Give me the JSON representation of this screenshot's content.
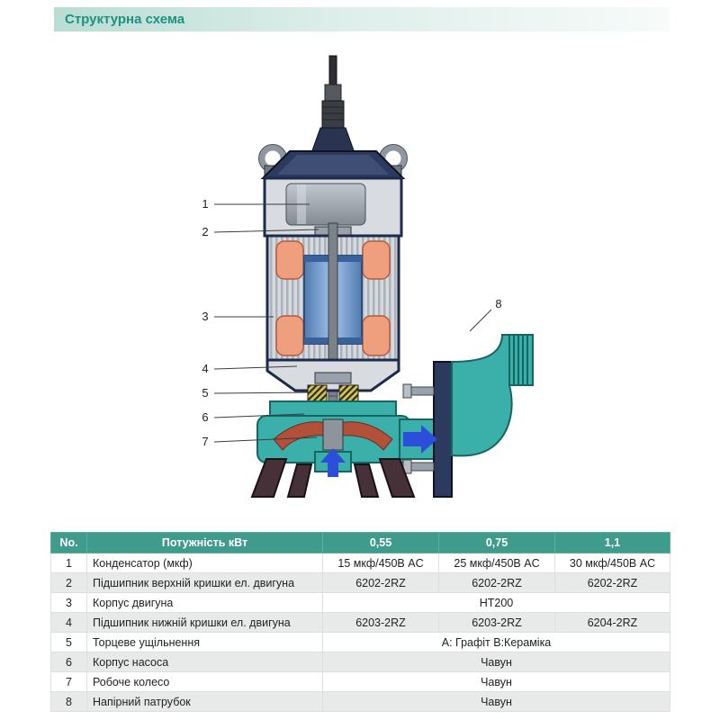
{
  "header": {
    "title": "Структурна схема"
  },
  "colors": {
    "accent_teal": "#3f9b8c",
    "title_color": "#1d9183",
    "pump_teal": "#3bb0ab",
    "winding_orange": "#ef9e7e",
    "rotor_blue": "#7fa8d9",
    "row_alt_gray": "#e8eae9"
  },
  "diagram": {
    "callouts": [
      "1",
      "2",
      "3",
      "4",
      "5",
      "6",
      "7",
      "8"
    ]
  },
  "table": {
    "header": {
      "no": "No.",
      "power": "Потужність кВт",
      "p1": "0,55",
      "p2": "0,75",
      "p3": "1,1"
    },
    "rows": [
      {
        "no": "1",
        "name": "Конденсатор (мкф)",
        "values": [
          "15 мкф/450В AC",
          "25 мкф/450В AC",
          "30 мкф/450В AC"
        ]
      },
      {
        "no": "2",
        "name": "Підшипник верхній кришки ел. двигуна",
        "values": [
          "6202-2RZ",
          "6202-2RZ",
          "6202-2RZ"
        ]
      },
      {
        "no": "3",
        "name": "Корпус двигуна",
        "values": [
          "HT200"
        ]
      },
      {
        "no": "4",
        "name": "Підшипник нижній кришки ел. двигуна",
        "values": [
          "6203-2RZ",
          "6203-2RZ",
          "6204-2RZ"
        ]
      },
      {
        "no": "5",
        "name": "Торцеве ущільнення",
        "values": [
          "А: Графіт В:Кераміка"
        ]
      },
      {
        "no": "6",
        "name": "Корпус насоса",
        "values": [
          "Чавун"
        ]
      },
      {
        "no": "7",
        "name": "Робоче колесо",
        "values": [
          "Чавун"
        ]
      },
      {
        "no": "8",
        "name": "Напірний патрубок",
        "values": [
          "Чавун"
        ]
      }
    ]
  }
}
